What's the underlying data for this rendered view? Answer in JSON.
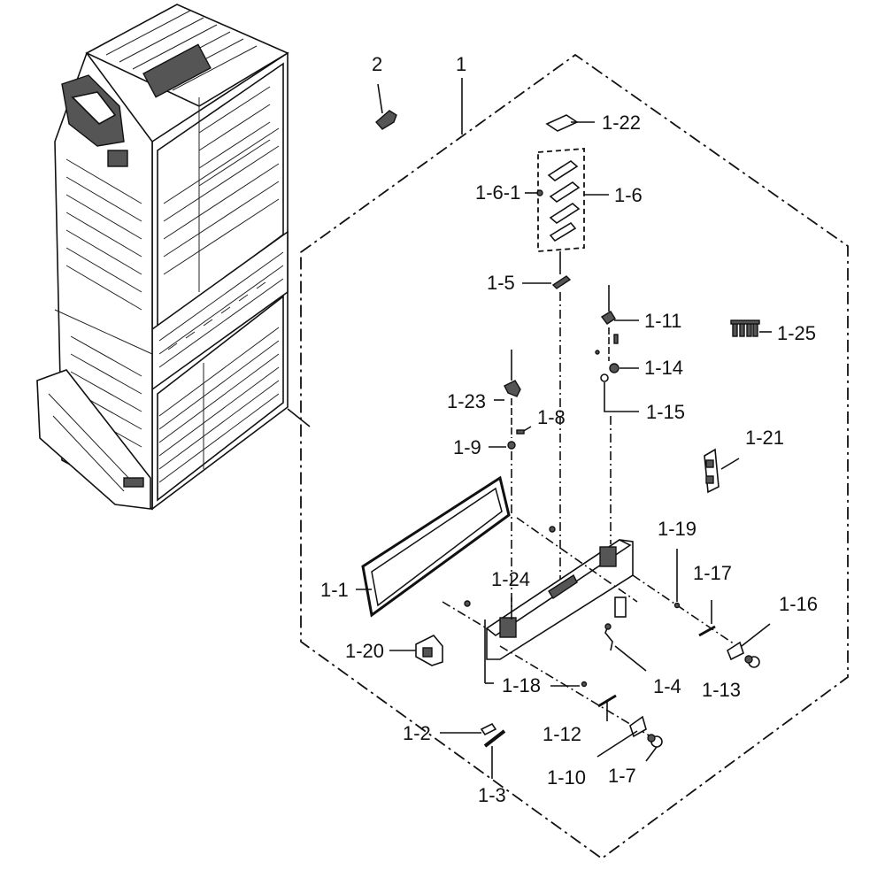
{
  "labels": {
    "l2": "2",
    "l1": "1",
    "l1_22": "1-22",
    "l1_6_1": "1-6-1",
    "l1_6": "1-6",
    "l1_5": "1-5",
    "l1_11": "1-11",
    "l1_25": "1-25",
    "l1_14": "1-14",
    "l1_23": "1-23",
    "l1_8": "1-8",
    "l1_15": "1-15",
    "l1_21": "1-21",
    "l1_9": "1-9",
    "l1_19": "1-19",
    "l1_17": "1-17",
    "l1_24": "1-24",
    "l1_16": "1-16",
    "l1_1": "1-1",
    "l1_20": "1-20",
    "l1_4": "1-4",
    "l1_13": "1-13",
    "l1_18": "1-18",
    "l1_2": "1-2",
    "l1_12": "1-12",
    "l1_10": "1-10",
    "l1_7": "1-7",
    "l1_3": "1-3"
  }
}
